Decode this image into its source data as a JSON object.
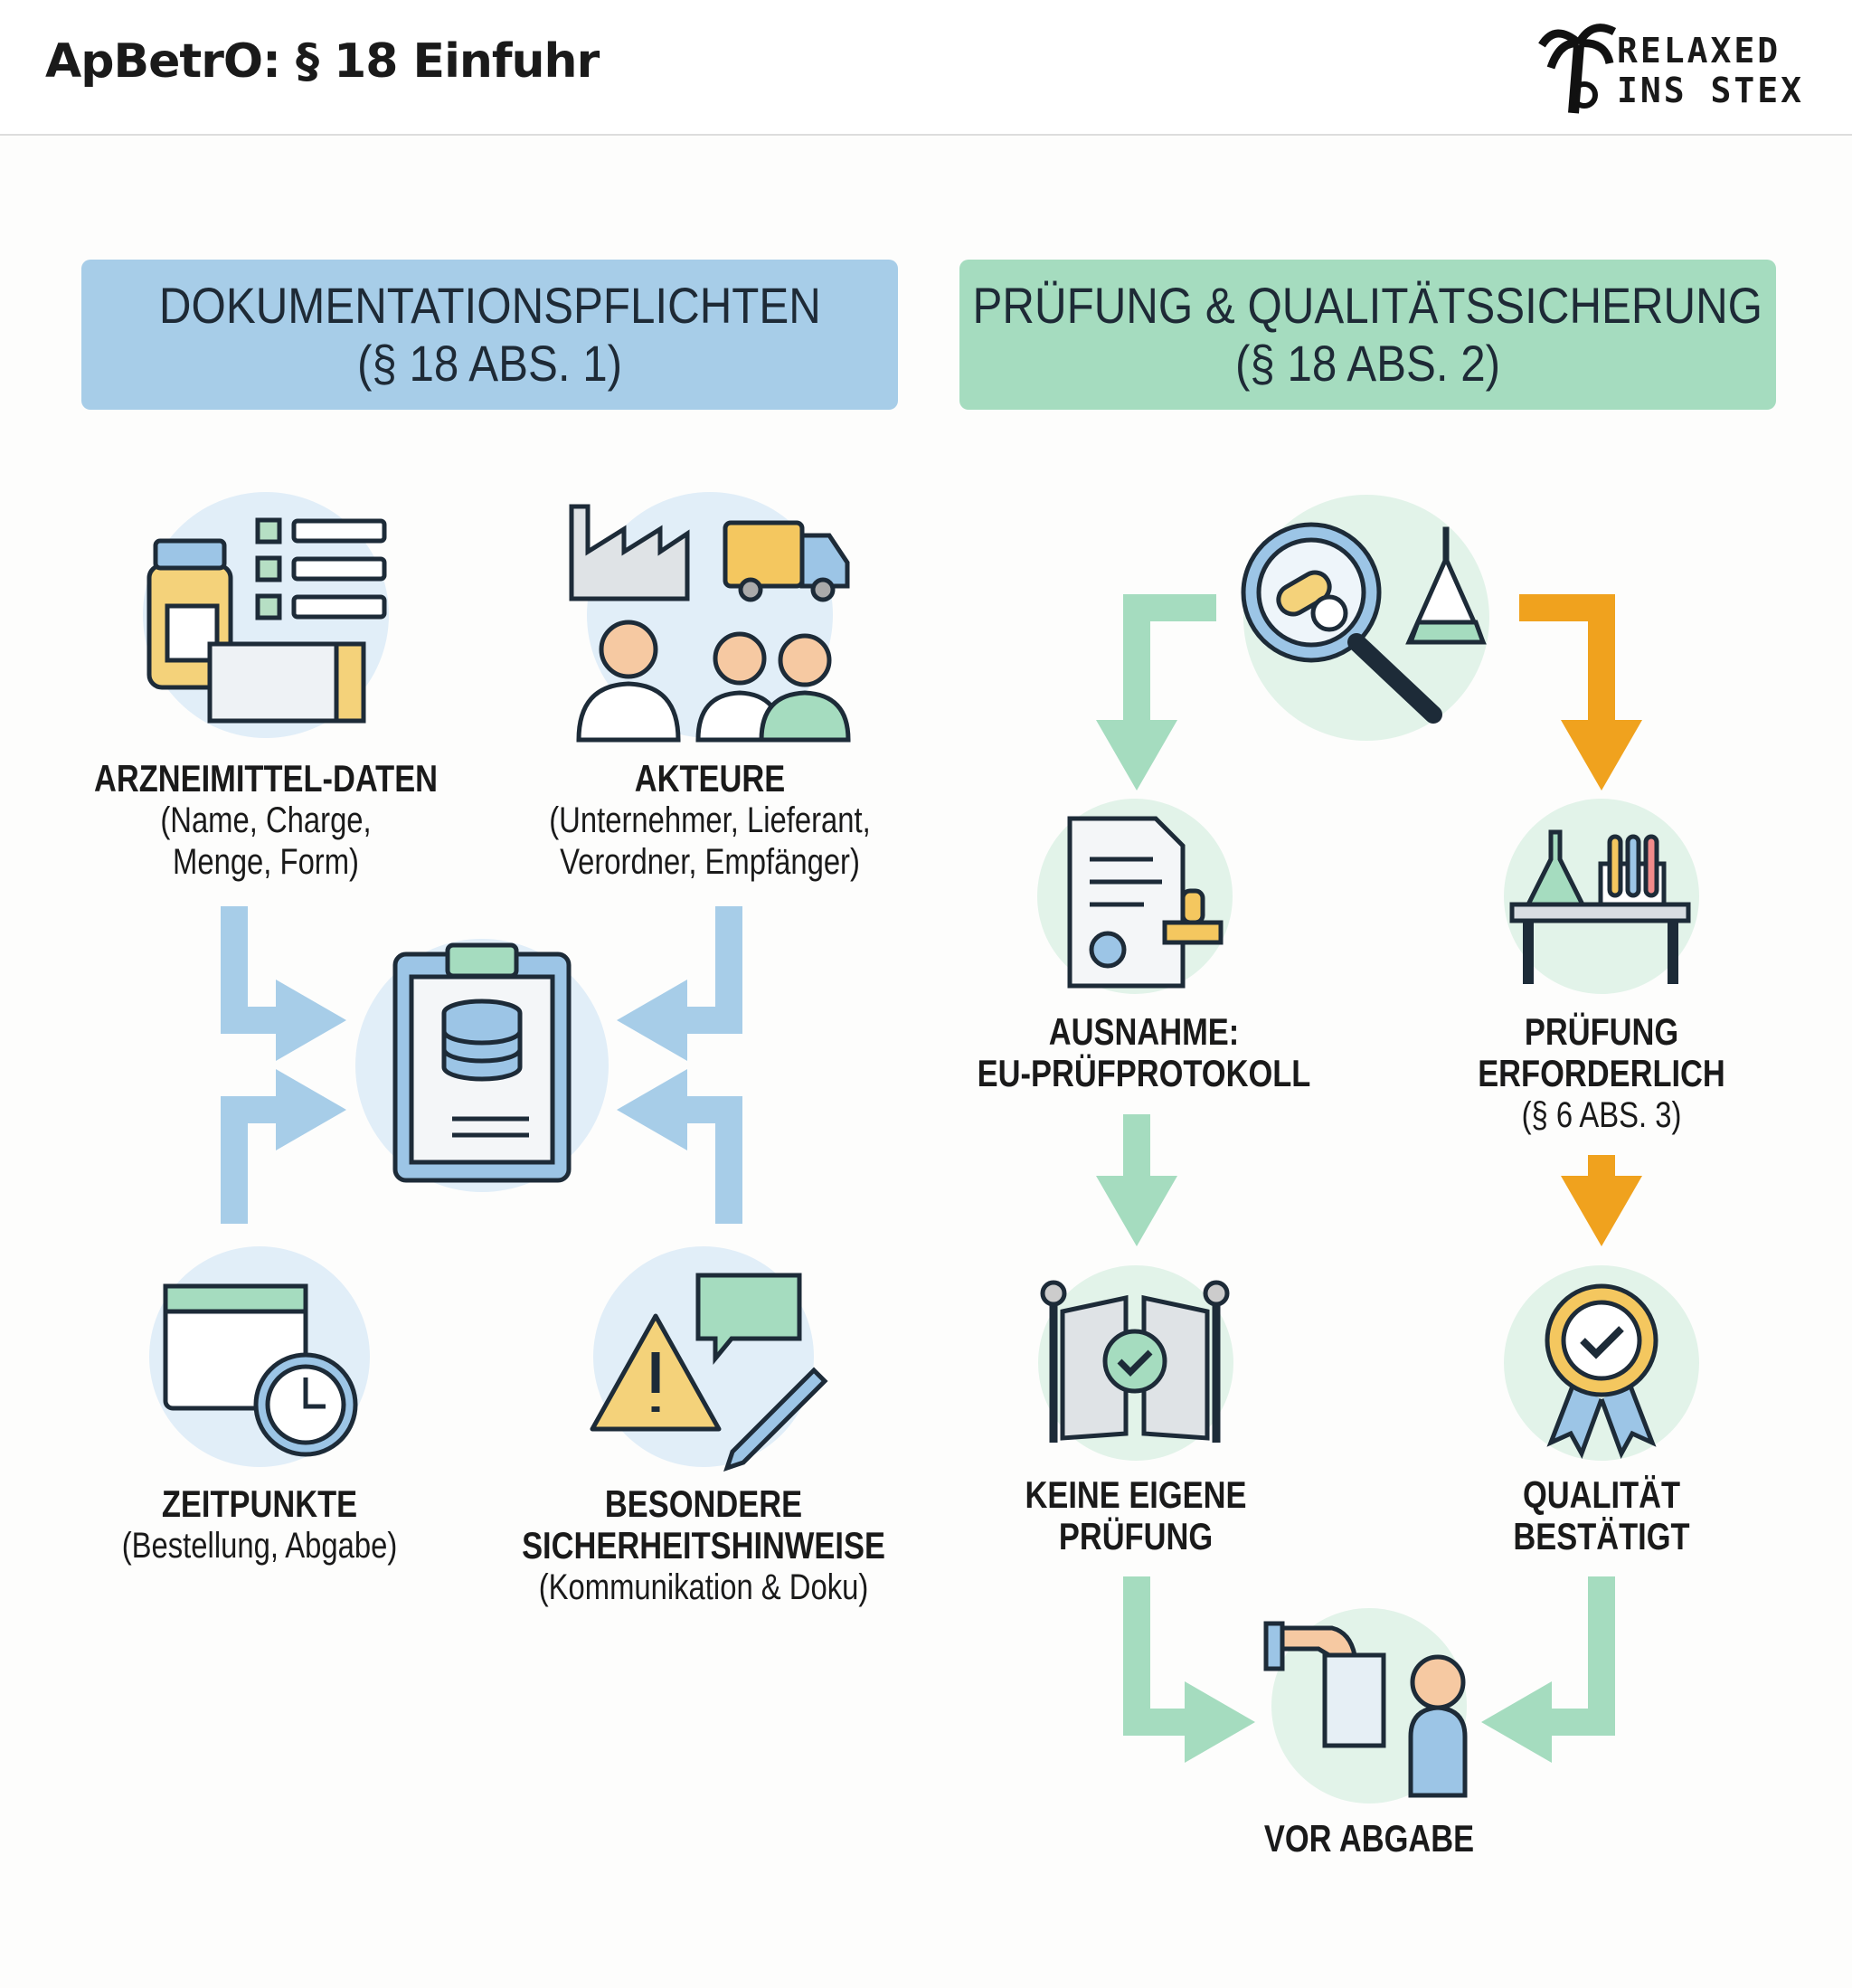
{
  "header": {
    "title": "ApBetrO: § 18 Einfuhr",
    "logo_line1": "RELAXED",
    "logo_line2": "INS STEX"
  },
  "left": {
    "heading_line1": "DOKUMENTATIONSPFLICHTEN",
    "heading_line2": "(§ 18 ABS. 1)",
    "items": [
      {
        "title": "ARZNEIMITTEL-DATEN",
        "sub1": "(Name, Charge,",
        "sub2": "Menge, Form)"
      },
      {
        "title": "AKTEURE",
        "sub1": "(Unternehmer, Lieferant,",
        "sub2": "Verordner, Empfänger)"
      },
      {
        "title": "ZEITPUNKTE",
        "sub1": "(Bestellung, Abgabe)"
      },
      {
        "title": "BESONDERE",
        "title2": "SICHERHEITSHINWEISE",
        "sub1": "(Kommunikation & Doku)"
      }
    ]
  },
  "right": {
    "heading_line1": "PRÜFUNG & QUALITÄTSSICHERUNG",
    "heading_line2": "(§ 18 ABS. 2)",
    "nodes": [
      {
        "title": "AUSNAHME:",
        "title2": "EU-PRÜFPROTOKOLL"
      },
      {
        "title": "PRÜFUNG",
        "title2": "ERFORDERLICH",
        "sub1": "(§ 6 ABS. 3)"
      },
      {
        "title": "KEINE EIGENE",
        "title2": "PRÜFUNG"
      },
      {
        "title": "QUALITÄT",
        "title2": "BESTÄTIGT"
      },
      {
        "title": "VOR ABGABE"
      }
    ]
  },
  "colors": {
    "blue": "#a7cde8",
    "green": "#a5dcbf",
    "orange": "#f0a21e",
    "circle_blue": "#e1eef8",
    "circle_green": "#e2f3e9"
  }
}
